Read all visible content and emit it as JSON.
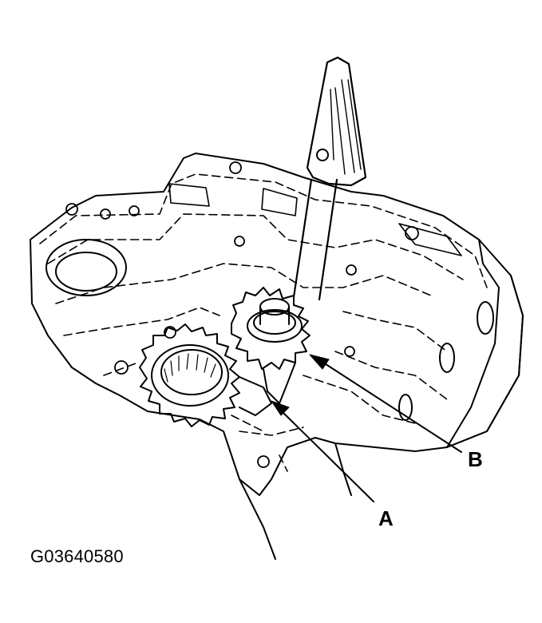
{
  "callouts": {
    "a": "A",
    "b": "B"
  },
  "figure_code": "G03640580",
  "colors": {
    "line": "#000000",
    "background": "#ffffff"
  }
}
